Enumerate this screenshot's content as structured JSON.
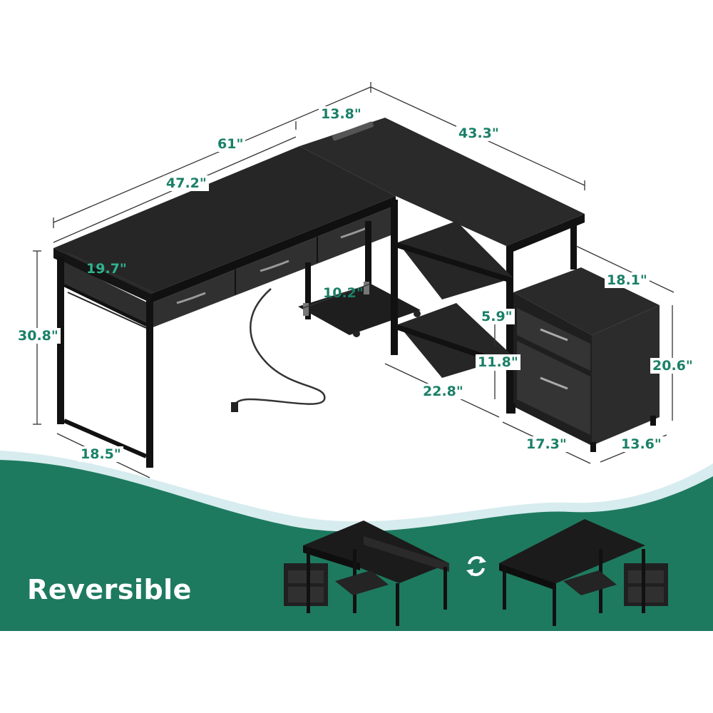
{
  "dimensions": {
    "top_depth": "13.8\"",
    "right_length": "43.3\"",
    "total_length": "61\"",
    "desk_length": "47.2\"",
    "desk_depth": "19.7\"",
    "height": "30.8\"",
    "cpu_stand_width": "10.2\"",
    "shelf_gap_top": "5.9\"",
    "shelf_gap_mid": "11.8\"",
    "shelf_width": "22.8\"",
    "cabinet_depth": "18.1\"",
    "cabinet_height": "20.6\"",
    "cabinet_width": "17.3\"",
    "cabinet_side": "13.6\"",
    "leg_depth": "18.5\""
  },
  "banner": {
    "label": "Reversible",
    "color": "#1e7a5f",
    "light_wave": "#d7ecef"
  },
  "colors": {
    "accent_text": "#1a8068",
    "desk_black": "#1c1c1c"
  },
  "icons": [
    "swap-arrows-icon",
    "power-cord"
  ]
}
